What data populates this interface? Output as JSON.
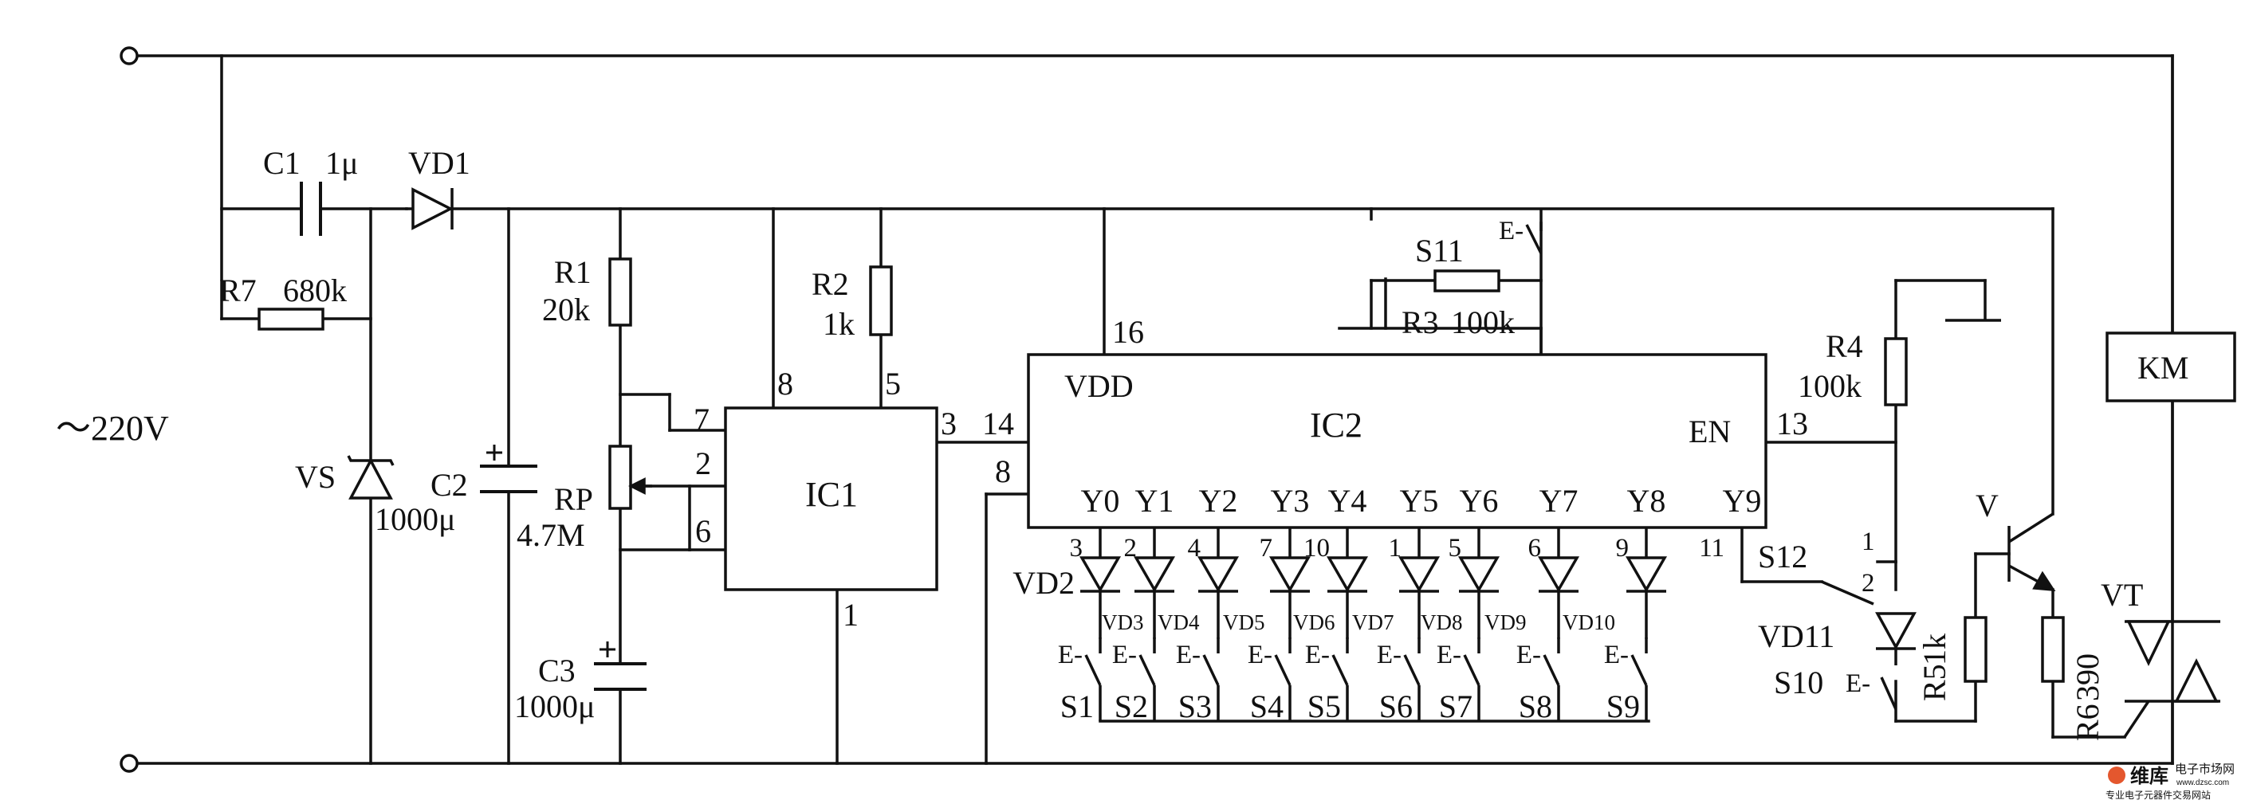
{
  "supply": {
    "label": "～220V"
  },
  "components": {
    "C1": {
      "name": "C1",
      "value": "1μ"
    },
    "VD1": {
      "name": "VD1"
    },
    "R7": {
      "name": "R7",
      "value": "680k"
    },
    "VS": {
      "name": "VS"
    },
    "C2": {
      "name": "C2",
      "value": "1000μ"
    },
    "R1": {
      "name": "R1",
      "value": "20k"
    },
    "RP": {
      "name": "RP",
      "value": "4.7M"
    },
    "C3": {
      "name": "C3",
      "value": "1000μ"
    },
    "R2": {
      "name": "R2",
      "value": "1k"
    },
    "IC1": {
      "name": "IC1",
      "pins": [
        "7",
        "2",
        "6",
        "8",
        "5",
        "3",
        "1"
      ]
    },
    "S11": {
      "name": "S11"
    },
    "R3": {
      "name": "R3",
      "value": "100k"
    },
    "IC2": {
      "name": "IC2",
      "vdd": "VDD",
      "en": "EN",
      "pins": [
        "16",
        "14",
        "8",
        "13"
      ]
    },
    "R4": {
      "name": "R4",
      "value": "100k"
    },
    "KM": {
      "name": "KM"
    },
    "V": {
      "name": "V"
    },
    "VT": {
      "name": "VT"
    },
    "R5": {
      "name": "R5",
      "value": "1k"
    },
    "R6": {
      "name": "R6",
      "value": "390"
    },
    "VD2": {
      "name": "VD2"
    },
    "VD11": {
      "name": "VD11"
    },
    "S10": {
      "name": "S10"
    },
    "S12": {
      "name": "S12",
      "pins": [
        "1",
        "2"
      ]
    }
  },
  "outputs": [
    {
      "y": "Y0",
      "pin": "3",
      "diode": "VD2",
      "switch": "S1"
    },
    {
      "y": "Y1",
      "pin": "2",
      "diode": "VD3",
      "switch": "S2"
    },
    {
      "y": "Y2",
      "pin": "4",
      "diode": "VD4",
      "switch": "S3"
    },
    {
      "y": "Y3",
      "pin": "7",
      "diode": "VD5",
      "switch": "S4"
    },
    {
      "y": "Y4",
      "pin": "10",
      "diode": "VD6",
      "switch": "S5"
    },
    {
      "y": "Y5",
      "pin": "1",
      "diode": "VD7",
      "switch": "S6"
    },
    {
      "y": "Y6",
      "pin": "5",
      "diode": "VD8",
      "switch": "S7"
    },
    {
      "y": "Y7",
      "pin": "6",
      "diode": "VD9",
      "switch": "S8"
    },
    {
      "y": "Y8",
      "pin": "9",
      "diode": "VD10",
      "switch": "S9"
    },
    {
      "y": "Y9",
      "pin": "11"
    }
  ],
  "switch_marker": "E-",
  "watermark": {
    "brand": "维库",
    "site": "电子市场网",
    "url": "www.dzsc.com",
    "tagline": "专业电子元器件交易网站"
  }
}
